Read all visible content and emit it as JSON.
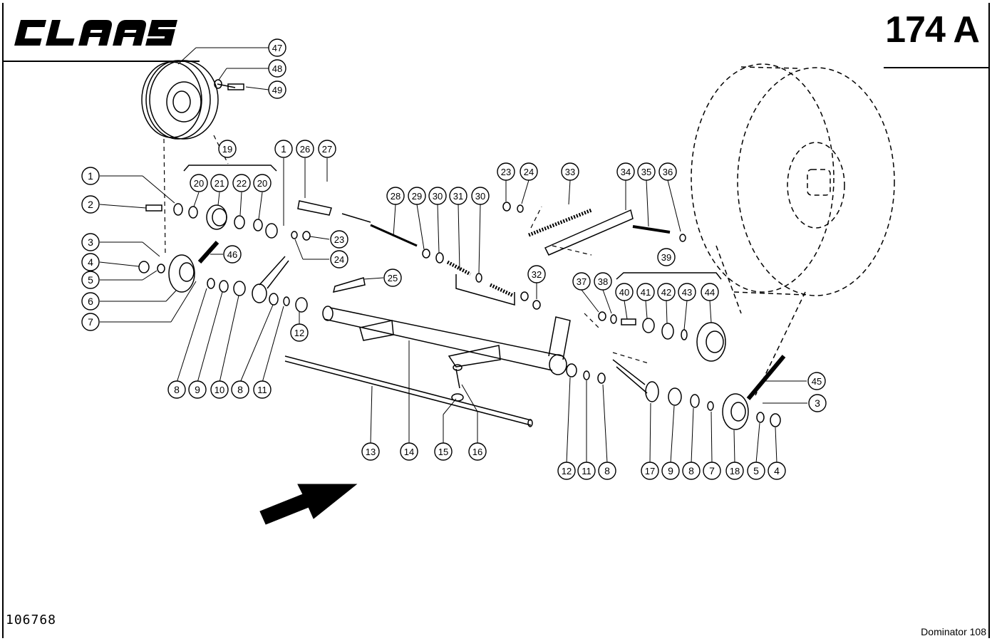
{
  "header": {
    "brand": "CLAAS",
    "sheet_number": "174 A"
  },
  "footer": {
    "drawing_number": "106768",
    "model": "Dominator 108"
  },
  "callouts": [
    {
      "id": "c47",
      "label": "47"
    },
    {
      "id": "c48",
      "label": "48"
    },
    {
      "id": "c49",
      "label": "49"
    },
    {
      "id": "c19",
      "label": "19"
    },
    {
      "id": "c1a",
      "label": "1"
    },
    {
      "id": "c26",
      "label": "26"
    },
    {
      "id": "c27",
      "label": "27"
    },
    {
      "id": "c1b",
      "label": "1"
    },
    {
      "id": "c20a",
      "label": "20"
    },
    {
      "id": "c21",
      "label": "21"
    },
    {
      "id": "c22",
      "label": "22"
    },
    {
      "id": "c20b",
      "label": "20"
    },
    {
      "id": "c2",
      "label": "2"
    },
    {
      "id": "c3a",
      "label": "3"
    },
    {
      "id": "c46",
      "label": "46"
    },
    {
      "id": "c4a",
      "label": "4"
    },
    {
      "id": "c5a",
      "label": "5"
    },
    {
      "id": "c6",
      "label": "6"
    },
    {
      "id": "c7a",
      "label": "7"
    },
    {
      "id": "c8a",
      "label": "8"
    },
    {
      "id": "c9a",
      "label": "9"
    },
    {
      "id": "c10",
      "label": "10"
    },
    {
      "id": "c8b",
      "label": "8"
    },
    {
      "id": "c11a",
      "label": "11"
    },
    {
      "id": "c12a",
      "label": "12"
    },
    {
      "id": "c23a",
      "label": "23"
    },
    {
      "id": "c24a",
      "label": "24"
    },
    {
      "id": "c28",
      "label": "28"
    },
    {
      "id": "c29",
      "label": "29"
    },
    {
      "id": "c30a",
      "label": "30"
    },
    {
      "id": "c31",
      "label": "31"
    },
    {
      "id": "c30b",
      "label": "30"
    },
    {
      "id": "c25",
      "label": "25"
    },
    {
      "id": "c23b",
      "label": "23"
    },
    {
      "id": "c24b",
      "label": "24"
    },
    {
      "id": "c33",
      "label": "33"
    },
    {
      "id": "c34",
      "label": "34"
    },
    {
      "id": "c35",
      "label": "35"
    },
    {
      "id": "c36",
      "label": "36"
    },
    {
      "id": "c32",
      "label": "32"
    },
    {
      "id": "c39",
      "label": "39"
    },
    {
      "id": "c37",
      "label": "37"
    },
    {
      "id": "c38",
      "label": "38"
    },
    {
      "id": "c40",
      "label": "40"
    },
    {
      "id": "c41",
      "label": "41"
    },
    {
      "id": "c42",
      "label": "42"
    },
    {
      "id": "c43",
      "label": "43"
    },
    {
      "id": "c44",
      "label": "44"
    },
    {
      "id": "c45",
      "label": "45"
    },
    {
      "id": "c3b",
      "label": "3"
    },
    {
      "id": "c13",
      "label": "13"
    },
    {
      "id": "c14",
      "label": "14"
    },
    {
      "id": "c15",
      "label": "15"
    },
    {
      "id": "c16",
      "label": "16"
    },
    {
      "id": "c12b",
      "label": "12"
    },
    {
      "id": "c11b",
      "label": "11"
    },
    {
      "id": "c8c",
      "label": "8"
    },
    {
      "id": "c17",
      "label": "17"
    },
    {
      "id": "c9b",
      "label": "9"
    },
    {
      "id": "c8d",
      "label": "8"
    },
    {
      "id": "c7b",
      "label": "7"
    },
    {
      "id": "c18",
      "label": "18"
    },
    {
      "id": "c5b",
      "label": "5"
    },
    {
      "id": "c4b",
      "label": "4"
    }
  ]
}
